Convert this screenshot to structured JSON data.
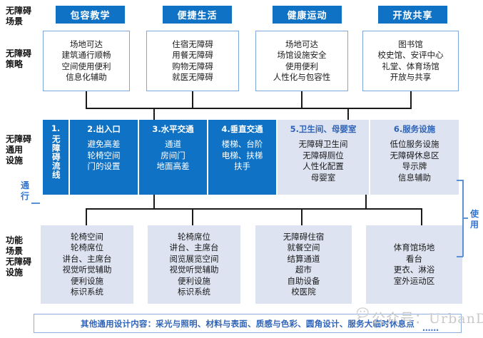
{
  "diagram": {
    "title_rows": [
      {
        "key": "scene",
        "label": "无障碍\n场景"
      },
      {
        "key": "strategy",
        "label": "无障碍\n策略"
      },
      {
        "key": "universal",
        "label": "无障碍\n通用\n设施"
      },
      {
        "key": "function",
        "label": "功能\n场景\n无障碍\n设施"
      }
    ],
    "side_labels": {
      "left_pass": "通\n行",
      "right_use": "使\n用"
    },
    "scenes": [
      {
        "chip": "包容教学",
        "strategy": "场地可达\n建筑通行顺畅\n空间使用便利\n信息化辅助"
      },
      {
        "chip": "便捷生活",
        "strategy": "住宿无障碍\n用餐无障碍\n购物无障碍\n就医无障碍"
      },
      {
        "chip": "健康运动",
        "strategy": "场地可达\n场馆设施安全\n使用便利\n人性化与包容性"
      },
      {
        "chip": "开放共享",
        "strategy": "图书馆\n校史馆、安评中心\n礼堂、体育场馆\n开放与共享"
      }
    ],
    "universal_facilities": [
      {
        "num": "1.",
        "title": "无障碍流线",
        "vertical": true,
        "body": "",
        "style": "dark"
      },
      {
        "num": "",
        "title": "2.出入口",
        "vertical": false,
        "body": "避免高差\n轮椅空间\n门的设置",
        "style": "dark"
      },
      {
        "num": "",
        "title": "3.水平交通",
        "vertical": false,
        "body": "通道\n房间门\n地面高差",
        "style": "dark"
      },
      {
        "num": "",
        "title": "4.垂直交通",
        "vertical": false,
        "body": "楼梯、台阶\n电梯、扶梯\n扶手",
        "style": "dark"
      },
      {
        "num": "",
        "title": "5.卫生间、母婴室",
        "vertical": false,
        "body": "无障碍卫生间\n无障碍厕位\n人性化配置\n母婴室",
        "style": "light"
      },
      {
        "num": "",
        "title": "6.服务设施",
        "vertical": false,
        "body": "低位服务设施\n无障碍休息区\n导示牌\n信息辅助",
        "style": "light"
      }
    ],
    "function_boxes": [
      "轮椅空间\n轮椅席位\n讲台、主席台\n视觉听觉辅助\n便利设施\n标识系统",
      "轮椅席位\n讲台、主席台\n阅览展览空间\n视觉听觉辅助\n便利设施\n标识系统",
      "无障碍住宿\n就餐空间\n结算通道\n超市\n自助设备\n校医院",
      "体育馆场地\n看台\n更衣、淋浴\n室外运动区"
    ],
    "footer": "其他通用设计内容：采光与照明、材料与表面、质感与色彩、圆角设计、服务大临时休息点",
    "footer_ellipsis": "……",
    "watermark": "公众号：UrbanDesign",
    "colors": {
      "brand_blue": "#1072C4",
      "light_blue": "#DDE3F1",
      "title_blue": "#2E63B8",
      "border_blue": "#7BA7DD",
      "line_black": "#1a1a1a"
    }
  }
}
